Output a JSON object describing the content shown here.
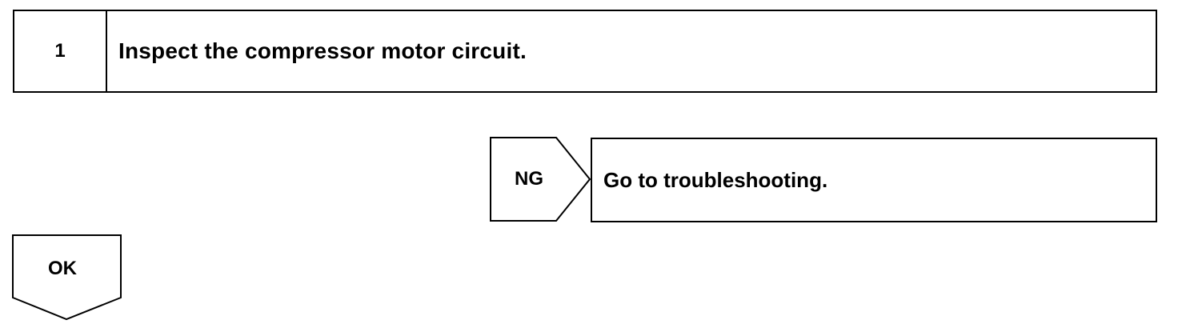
{
  "step": {
    "number": "1",
    "instruction": "Inspect the compressor motor circuit."
  },
  "ng_branch": {
    "label": "NG",
    "result": "Go to troubleshooting."
  },
  "ok_branch": {
    "label": "OK"
  }
}
